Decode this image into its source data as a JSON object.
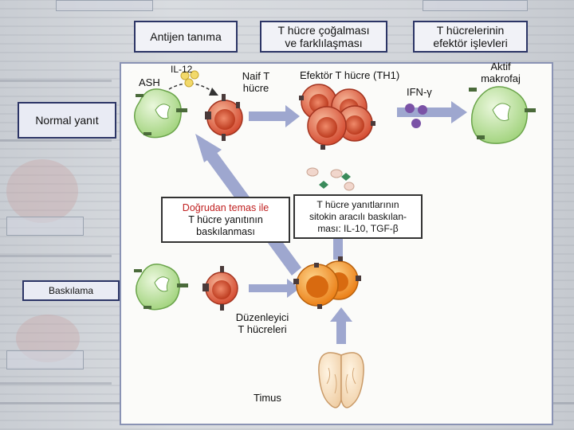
{
  "headers": {
    "antigen": "Antijen tanıma",
    "proliferation_line1": "T hücre çoğalması",
    "proliferation_line2": "ve farklılaşması",
    "effector_line1": "T hücrelerinin",
    "effector_line2": "efektör işlevleri"
  },
  "side": {
    "normal": "Normal yanıt",
    "suppression": "Baskılama"
  },
  "labels": {
    "il12": "IL-12",
    "ash": "ASH",
    "naive_line1": "Naif T",
    "naive_line2": "hücre",
    "effector_cell": "Efektör T hücre (TH1)",
    "ifn": "IFN-γ",
    "macrophage_line1": "Aktif",
    "macrophage_line2": "makrofaj",
    "treg_line1": "Düzenleyici",
    "treg_line2": "T hücreleri",
    "thymus": "Timus"
  },
  "notes": {
    "contact_line1": "Doğrudan temas ile",
    "contact_line2": "T hücre yanıtının",
    "contact_line3": "baskılanması",
    "cytokine_line1": "T hücre yanıtlarının",
    "cytokine_line2": "sitokin aracılı baskılan-",
    "cytokine_line3": "ması: IL-10, TGF-β"
  },
  "colors": {
    "header_border": "#2c3566",
    "arrow_fill": "#9ea7cf",
    "apc_green": "#b5dd92",
    "naive_red": "#d9532c",
    "effector_red": "#e05a3a",
    "treg_orange": "#f08a1c",
    "macrophage_green": "#c6e6a4",
    "note_red_text": "#c02020"
  },
  "icons": {
    "apc": "antigen-presenting-cell-icon",
    "naive": "naive-t-cell-icon",
    "effector": "effector-t-cell-cluster-icon",
    "macrophage": "activated-macrophage-icon",
    "treg": "regulatory-t-cell-cluster-icon",
    "thymus": "thymus-icon"
  }
}
